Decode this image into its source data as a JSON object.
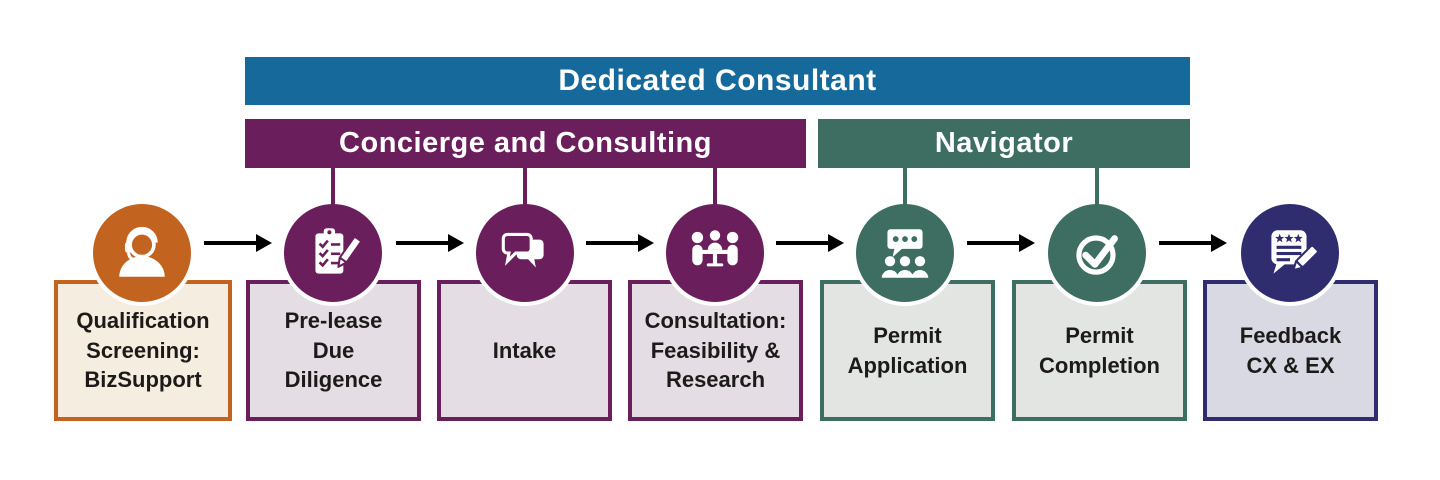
{
  "banners": {
    "dedicated": {
      "label": "Dedicated Consultant",
      "color": "#16699b"
    },
    "concierge": {
      "label": "Concierge and Consulting",
      "color": "#6a1f5c"
    },
    "navigator": {
      "label": "Navigator",
      "color": "#3e6e62"
    }
  },
  "steps": [
    {
      "label": "Qualification\nScreening:\nBizSupport",
      "icon": "support-agent-headset-icon",
      "circle_color": "#c2641f",
      "box_border": "#c2641f",
      "box_fill": "#f6ede1"
    },
    {
      "label": "Pre-lease\nDue\nDiligence",
      "icon": "checklist-pencil-icon",
      "circle_color": "#6a1f5c",
      "box_border": "#6a1f5c",
      "box_fill": "#e4dde4"
    },
    {
      "label": "Intake",
      "icon": "chat-bubbles-icon",
      "circle_color": "#6a1f5c",
      "box_border": "#6a1f5c",
      "box_fill": "#e4dde4"
    },
    {
      "label": "Consultation:\nFeasibility &\nResearch",
      "icon": "meeting-table-icon",
      "circle_color": "#6a1f5c",
      "box_border": "#6a1f5c",
      "box_fill": "#e4dde4"
    },
    {
      "label": "Permit\nApplication",
      "icon": "presentation-audience-icon",
      "circle_color": "#3e6e62",
      "box_border": "#3e6e62",
      "box_fill": "#e3e5e3"
    },
    {
      "label": "Permit\nCompletion",
      "icon": "check-circle-icon",
      "circle_color": "#3e6e62",
      "box_border": "#3e6e62",
      "box_fill": "#e3e5e3"
    },
    {
      "label": "Feedback\nCX & EX",
      "icon": "feedback-review-icon",
      "circle_color": "#2f2d6f",
      "box_border": "#2f2d6f",
      "box_fill": "#d9d9e3"
    }
  ],
  "arrow_color": "#000000"
}
